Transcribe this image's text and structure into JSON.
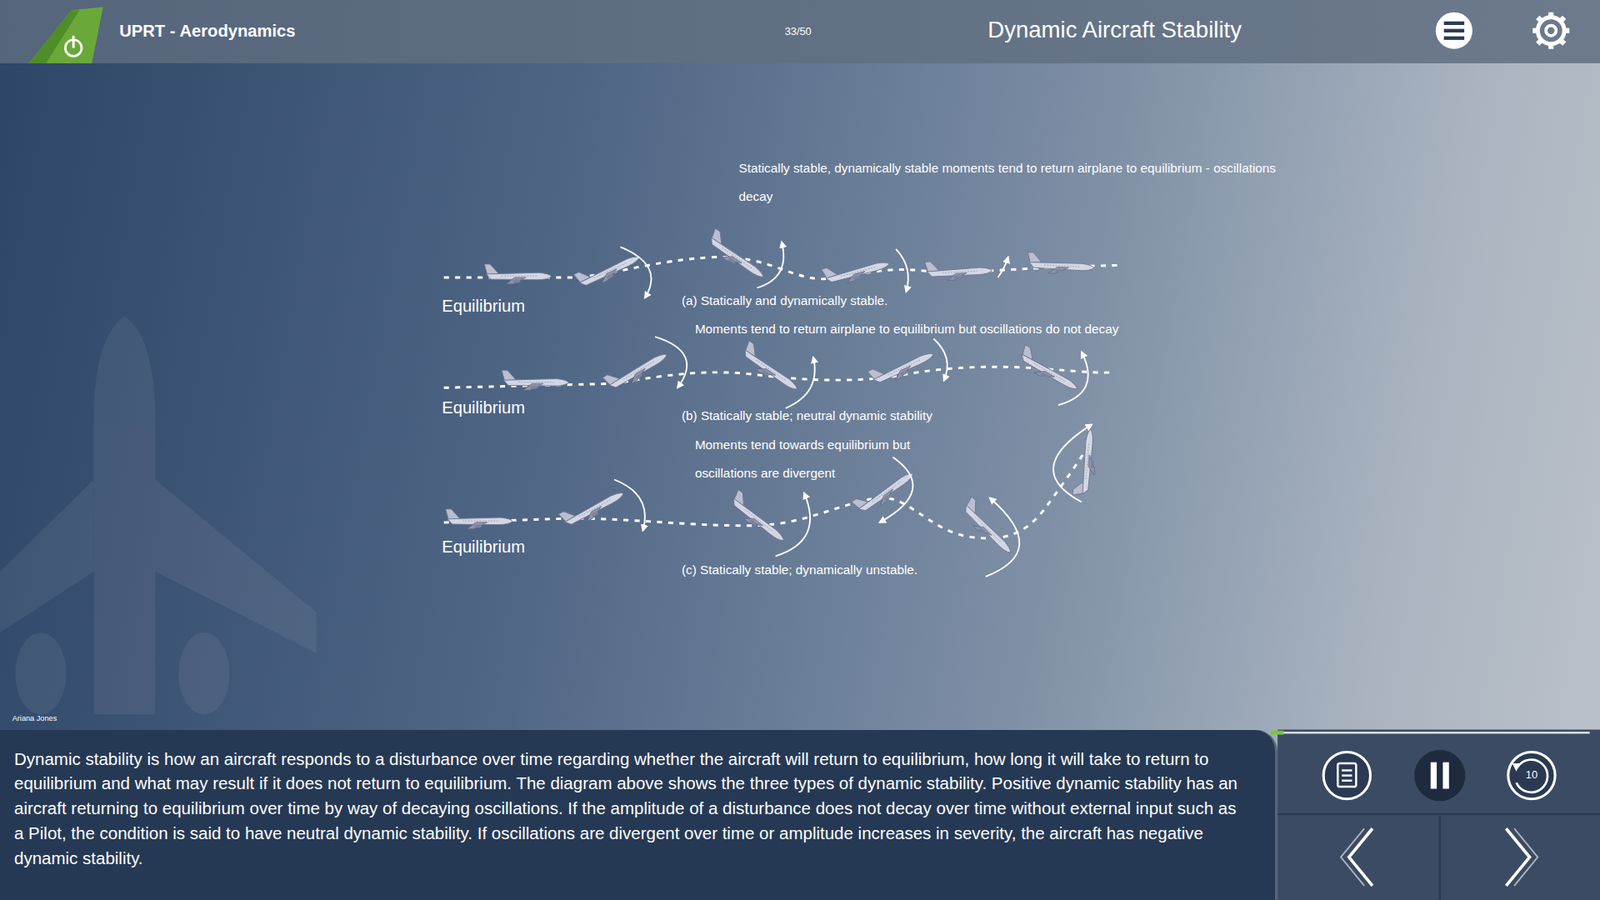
{
  "diagram": {
    "title": "Dynamic Aircraft Stability",
    "nodes": [
      {
        "text": [
          "Dynamic stability is how an aircraft responds to a disturbance over time regarding whether the aircraft will return to equilibrium, how long it will take to return to equilibrium and what may result if it does not return to equilibrium. The diagram above shows the three types of dynamic stability. Positive dynamic stability has an aircraft returning to equilibrium over time by way of decaying oscillations. If the amplitude of a disturbance does not decay over time without external input such as a Pilot, the condition is said to have neutral dynamic stability. If oscillations are divergent over time or amplitude increases in severity, the aircraft has negative dynamic stability."
        ]
      }
    ],
    "labels": [
      "UPRT - Aerodynamics",
      "33/50",
      "Statically stable, dynamically stable moments tend to return airplane to equilibrium - oscillations decay",
      "Equilibrium",
      "(a) Statically and dynamically stable.",
      "Moments tend to return airplane to equilibrium but oscillations do not decay",
      "Equilibrium",
      "(b) Statically stable; neutral dynamic stability",
      "Moments tend towards equilibrium but oscillations are divergent",
      "Equilibrium",
      "(c) Statically stable; dynamically unstable.",
      "Ariana Jones",
      "10"
    ]
  }
}
